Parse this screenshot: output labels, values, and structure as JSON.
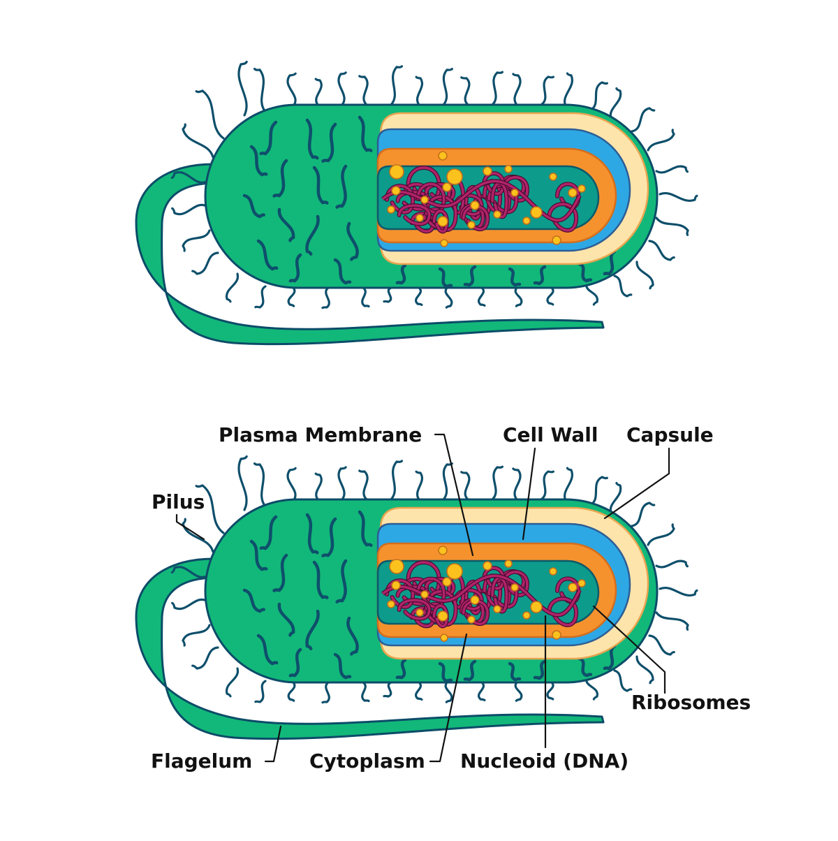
{
  "colors": {
    "body_green": "#12b87a",
    "outline": "#0c4c68",
    "pilus": "#0e4f6b",
    "capsule": "#fde4ab",
    "cell_wall": "#2ea8e4",
    "plasma_membrane": "#f6922e",
    "cytoplasm": "#0d9b8c",
    "dna": "#b0236a",
    "ribosome": "#fbc21e",
    "label_text": "#111111"
  },
  "diagram": {
    "cells": [
      {
        "id": "unlabeled",
        "labeled": false
      },
      {
        "id": "labeled",
        "labeled": true
      }
    ],
    "labels": {
      "plasma_membrane": "Plasma Membrane",
      "cell_wall": "Cell Wall",
      "capsule": "Capsule",
      "pilus": "Pilus",
      "ribosomes": "Ribosomes",
      "flagelum": "Flagelum",
      "cytoplasm": "Cytoplasm",
      "nucleoid": "Nucleoid (DNA)"
    }
  }
}
